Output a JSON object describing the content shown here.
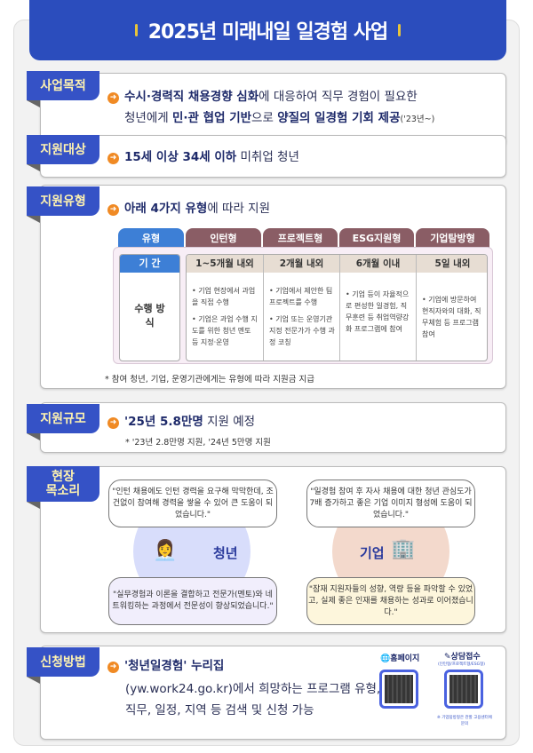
{
  "title": "2025년 미래내일 일경험 사업",
  "sections": {
    "purpose": {
      "label": "사업목적",
      "line1_bold": "수시·경력직 채용경향 심화",
      "line1_rest": "에 대응하여 직무 경험이 필요한",
      "line2_a": "청년에게 ",
      "line2_b": "민·관 협업 기반",
      "line2_c": "으로 ",
      "line2_d": "양질의 일경험 기회 제공",
      "line2_note": "('23년~)"
    },
    "target": {
      "label": "지원대상",
      "bold": "15세 이상 34세 이하",
      "rest": " 미취업 청년"
    },
    "types": {
      "label": "지원유형",
      "intro_bold": "아래 4가지 유형",
      "intro_rest": "에 따라 지원",
      "header_label": "유형",
      "period_label": "기 간",
      "method_label": "수행 방식",
      "columns": [
        {
          "name": "인턴형",
          "period": "1~5개월 내외",
          "methods": [
            "• 기업 현장에서 과업을 직접 수행",
            "• 기업은 과업 수행 지도를 위한 청년 멘토 등 지정·운영"
          ]
        },
        {
          "name": "프로젝트형",
          "period": "2개월 내외",
          "methods": [
            "• 기업에서 제안한 팀 프로젝트를 수행",
            "• 기업 또는 운영기관 지정 전문가가 수행 과정 코칭"
          ]
        },
        {
          "name": "ESG지원형",
          "period": "6개월 이내",
          "methods": [
            "• 기업 등이 자율적으로 편성한 일경험, 직무훈련 등 취업역량강화 프로그램에 참여"
          ]
        },
        {
          "name": "기업탐방형",
          "period": "5일 내외",
          "methods": [
            "• 기업에 방문하여 현직자와의 대화, 직무체험 등 프로그램 참여"
          ]
        }
      ],
      "note": "* 참여 청년, 기업, 운영기관에게는 유형에 따라 지원금 지급"
    },
    "scale": {
      "label": "지원규모",
      "bold": "'25년 5.8만명",
      "rest": " 지원 예정",
      "note": "* '23년 2.8만명 지원, '24년 5만명 지원"
    },
    "voices": {
      "label": "현장 목소리",
      "youth": {
        "title": "청년",
        "quote1": "\"인턴 채용에도 인턴 경력을 요구해 막막한데, 조건없이 참여해 경력을 쌓을 수 있어 큰 도움이 되었습니다.\"",
        "quote2": "\"실무경험과 이론을 결합하고 전문가(멘토)와 네트워킹하는 과정에서 전문성이 향상되었습니다.\""
      },
      "company": {
        "title": "기업",
        "quote1": "\"일경험 참여 후 자사 채용에 대한 청년 관심도가 7배 증가하고 좋은 기업 이미지 형성에 도움이 되었습니다.\"",
        "quote2": "\"잠재 지원자들의 성향, 역량 등을 파악할 수 있었고, 실제 좋은 인재를 채용하는 성과로 이어졌습니다.\""
      }
    },
    "apply": {
      "label": "신청방법",
      "bold": "'청년일경험' 누리집",
      "line2": "(yw.work24.go.kr)에서 희망하는 프로그램 유형,",
      "line3": "직무, 일정, 지역 등 검색 및 신청 가능",
      "homepage": "홈페이지",
      "consult": "상담접수",
      "consult_sub": "(인턴형/프로젝트형/ESG형)",
      "consult_note": "※ 기업탐방형은 관할 고용센터에 문의"
    }
  },
  "colors": {
    "header": "#2b4dbd",
    "label_text": "#fff3b0",
    "tab": "#8a5d65",
    "accent": "#f08a24"
  }
}
